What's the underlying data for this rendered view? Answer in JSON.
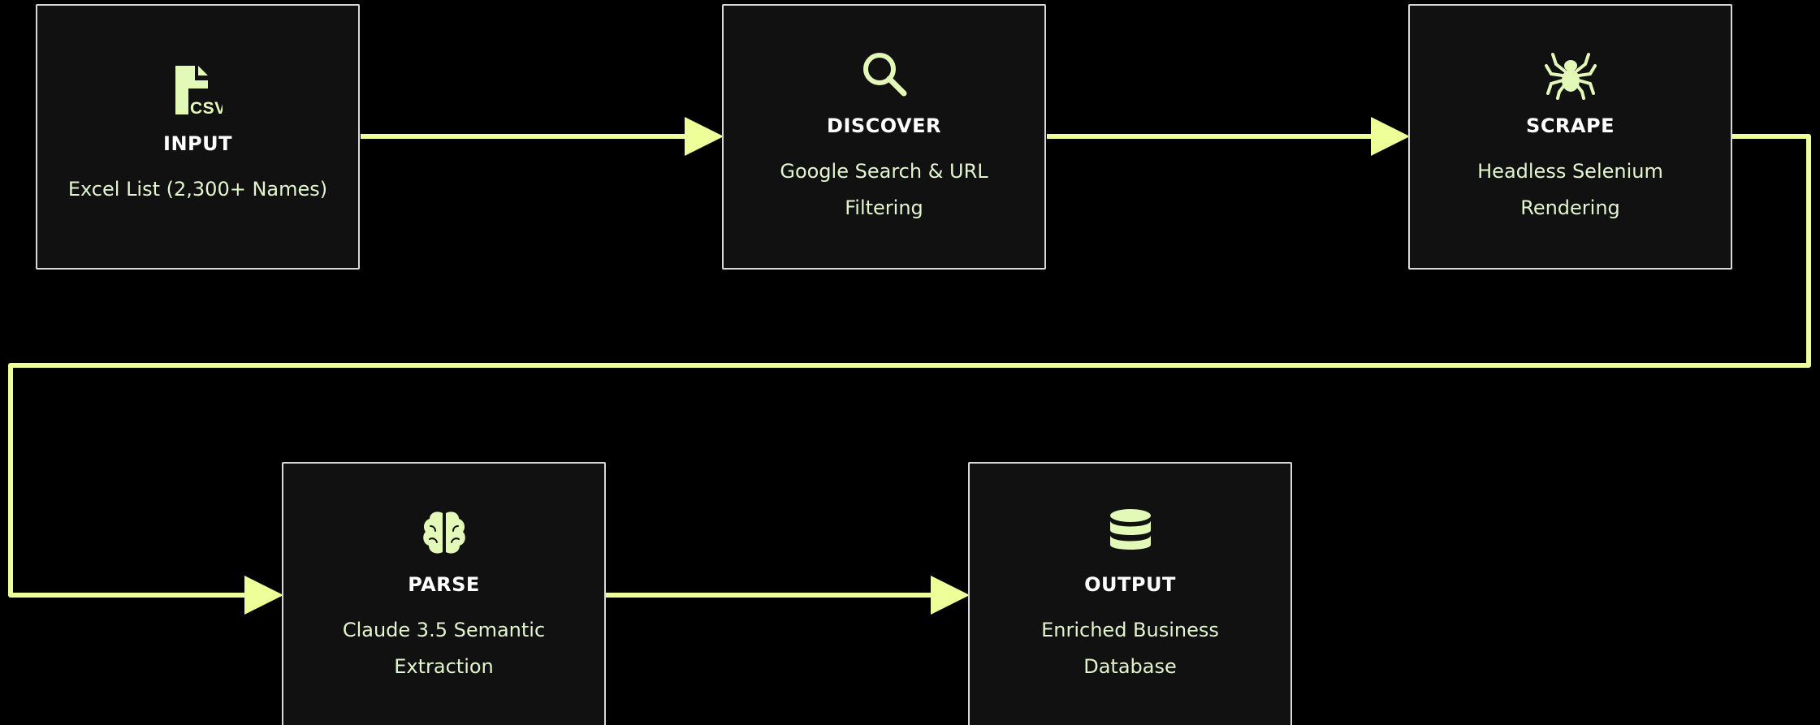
{
  "accent_color": "#eeff9a",
  "nodes": {
    "input": {
      "title": "INPUT",
      "description": "Excel List (2,300+ Names)",
      "icon": "csv-file-icon"
    },
    "discover": {
      "title": "DISCOVER",
      "description": "Google Search & URL Filtering",
      "icon": "search-icon"
    },
    "scrape": {
      "title": "SCRAPE",
      "description": "Headless Selenium Rendering",
      "icon": "spider-icon"
    },
    "parse": {
      "title": "PARSE",
      "description": "Claude 3.5 Semantic Extraction",
      "icon": "brain-icon"
    },
    "output": {
      "title": "OUTPUT",
      "description": "Enriched Business Database",
      "icon": "database-icon"
    }
  },
  "edges": [
    {
      "from": "input",
      "to": "discover"
    },
    {
      "from": "discover",
      "to": "scrape"
    },
    {
      "from": "scrape",
      "to": "parse"
    },
    {
      "from": "parse",
      "to": "output"
    }
  ]
}
